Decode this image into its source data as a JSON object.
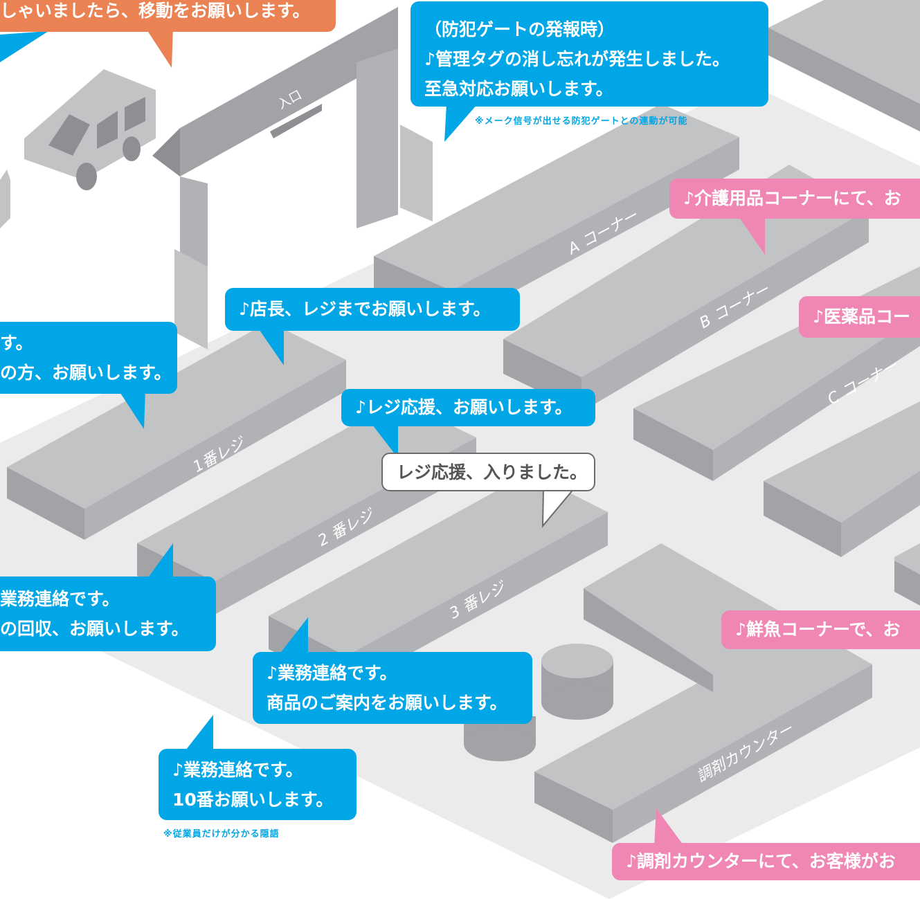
{
  "scene": {
    "entrance_label": "入口",
    "areas": {
      "corner_a": "A コーナー",
      "corner_b": "B コーナー",
      "corner_c": "C コーナー",
      "register_1": "1番レジ",
      "register_2": "2 番レジ",
      "register_3": "3 番レジ",
      "pharmacy_counter": "調剤カウンター"
    }
  },
  "bubbles": {
    "top_orange": "しゃいましたら、移動をお願いします。",
    "gate_alert": {
      "line1": "（防犯ゲートの発報時）",
      "line2": "♪管理タグの消し忘れが発生しました。",
      "line3": "至急対応お願いします。"
    },
    "gate_note": "※メーク信号が出せる防犯ゲートとの連動が可能",
    "care_corner": "♪介護用品コーナーにて、お",
    "medicine_corner": "♪医薬品コー",
    "manager_register": "♪店長、レジまでお願いします。",
    "left_mid": {
      "line1": "す。",
      "line2": "の方、お願いします。"
    },
    "register_support": "♪レジ応援、お願いします。",
    "register_reply": "レジ応援、入りました。",
    "left_lower": {
      "line1": "業務連絡です。",
      "line2": "の回収、お願いします。"
    },
    "guidance": {
      "line1": "♪業務連絡です。",
      "line2": "商品のご案内をお願いします。"
    },
    "fish_corner": "♪鮮魚コーナーで、お",
    "code_ten": {
      "line1": "♪業務連絡です。",
      "line2": "10番お願いします。"
    },
    "code_note": "※従業員だけが分かる隠語",
    "pharmacy_call": "♪調剤カウンターにて、お客様がお"
  },
  "colors": {
    "bubble_blue": "#00a6e6",
    "bubble_pink": "#ef86b3",
    "bubble_orange": "#ea8253",
    "floor": "#ebebec",
    "block_top": "#c2c3c5",
    "block_side_left": "#a2a3a6",
    "block_side_right": "#b1b2b5"
  }
}
